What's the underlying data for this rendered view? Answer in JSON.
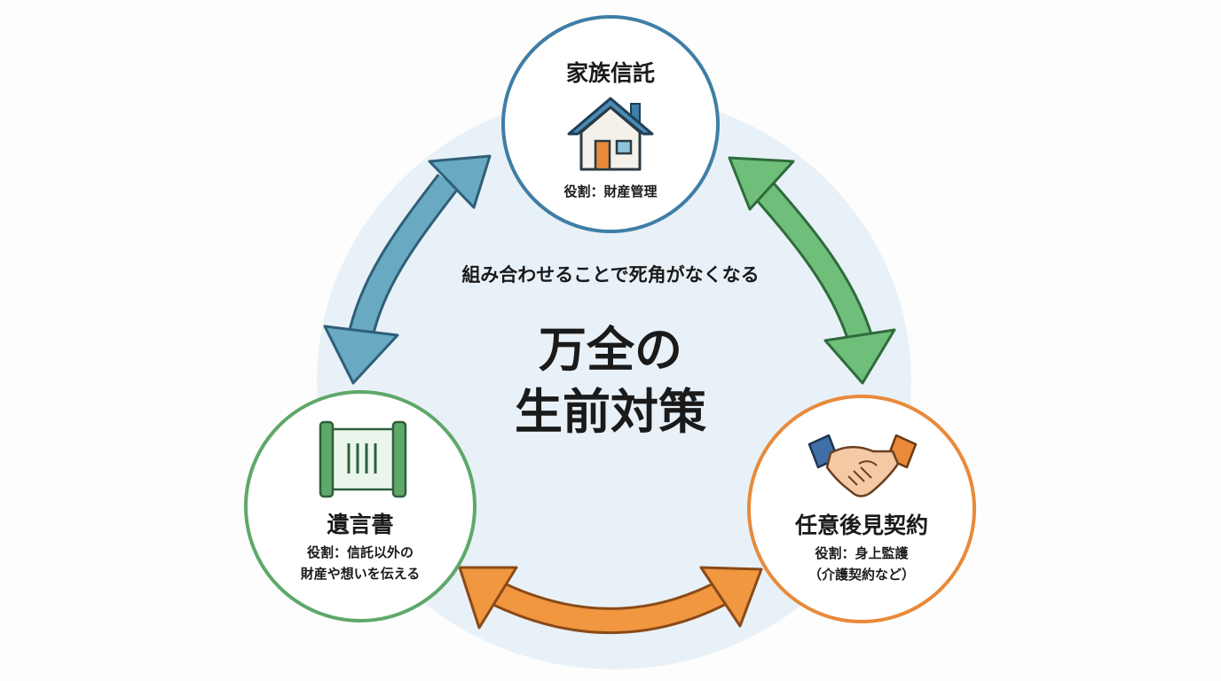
{
  "center": {
    "subtitle": "組み合わせることで死角がなくなる",
    "title_line1": "万全の",
    "title_line2": "生前対策"
  },
  "nodes": {
    "top": {
      "title": "家族信託",
      "role": "役割：財産管理",
      "icon": "house-icon",
      "color": "#3f7ea6"
    },
    "left": {
      "title": "遺言書",
      "role_line1": "役割：信託以外の",
      "role_line2": "財産や想いを伝える",
      "icon": "scroll-icon",
      "color": "#5ea86a"
    },
    "right": {
      "title": "任意後見契約",
      "role_line1": "役割：身上監護",
      "role_line2": "（介護契約など）",
      "icon": "handshake-icon",
      "color": "#e88a3a"
    }
  },
  "arrows": {
    "top_left": {
      "color": "#5b9ab8"
    },
    "top_right": {
      "color": "#5fae6a"
    },
    "bottom": {
      "color": "#e8923a"
    }
  }
}
